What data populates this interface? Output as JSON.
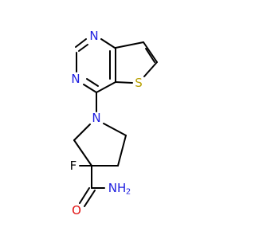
{
  "colors": {
    "bond": "#000000",
    "nitrogen": "#2020e0",
    "sulfur": "#b8a000",
    "fluorine": "#000000",
    "oxygen": "#e01010"
  },
  "atoms": {
    "n_pyrimidine_top": "N",
    "n_pyrimidine_left": "N",
    "s_thiophene": "S",
    "n_pyrrolidine": "N",
    "f_substituent": "F",
    "n_amide": "NH",
    "n_amide_sub": "2",
    "o_carbonyl": "O"
  }
}
